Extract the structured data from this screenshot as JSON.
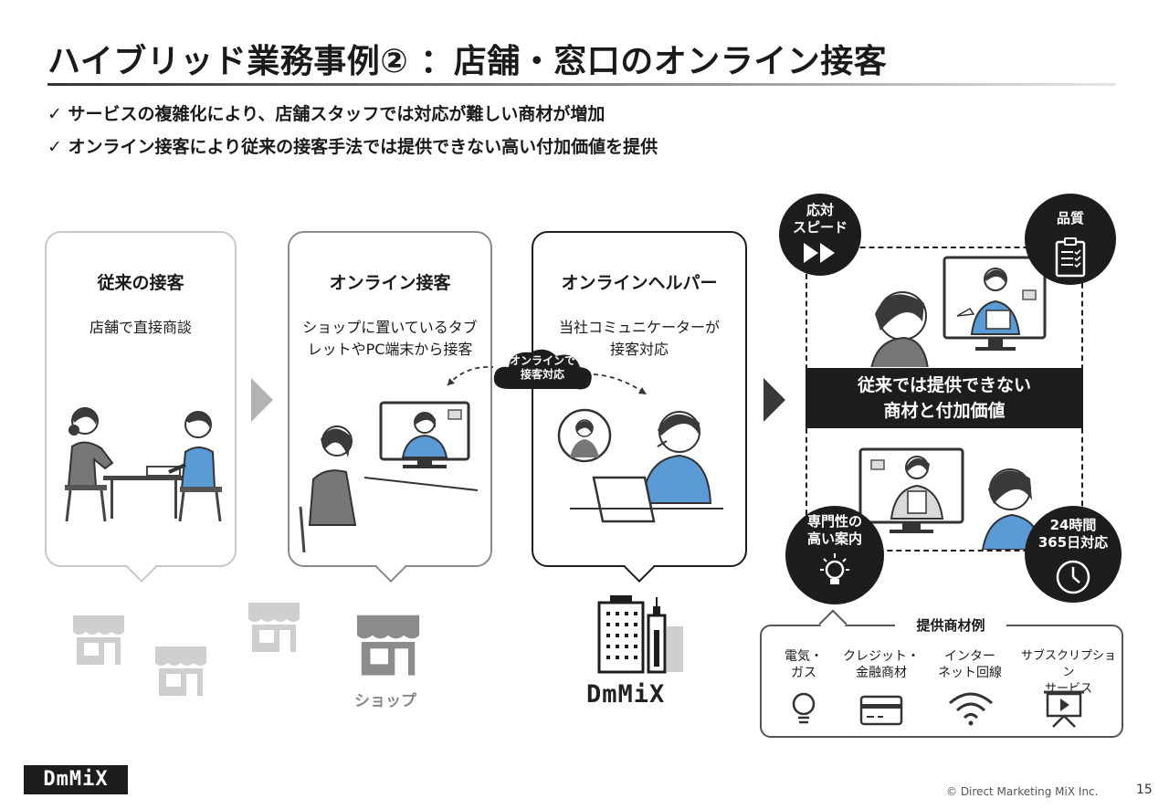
{
  "header": {
    "title": "ハイブリッド業務事例② ：店舗・窓口のオンライン接客",
    "bullets": [
      "✓ サービスの複雑化により、店舗スタッフでは対応が難しい商材が増加",
      "✓ オンライン接客により従来の接客手法では提供できない高い付加価値を提供"
    ]
  },
  "panels": [
    {
      "title": "従来の接客",
      "desc": [
        "店舗で直接商談"
      ]
    },
    {
      "title": "オンライン接客",
      "desc": [
        "ショップに置いているタブ",
        "レットやPC端末から接客"
      ]
    },
    {
      "title": "オンラインヘルパー",
      "desc": [
        "当社コミュニケーターが",
        "接客対応"
      ]
    }
  ],
  "cloud": {
    "lines": [
      "オンラインで",
      "接客対応"
    ]
  },
  "value": {
    "band": [
      "従来では提供できない",
      "商材と付加価値"
    ],
    "circles": {
      "speed": [
        "応対",
        "スピード"
      ],
      "quality": [
        "品質"
      ],
      "expert": [
        "専門性の",
        "高い案内"
      ],
      "hours": [
        "24時間",
        "365日対応"
      ]
    }
  },
  "products": {
    "title": "提供商材例",
    "items": [
      {
        "label": [
          "電気・",
          "ガス"
        ],
        "icon": "lightbulb-icon"
      },
      {
        "label": [
          "クレジット・",
          "金融商材"
        ],
        "icon": "credit-card-icon"
      },
      {
        "label": [
          "インター",
          "ネット回線"
        ],
        "icon": "wifi-icon"
      },
      {
        "label": [
          "サブスクリプション",
          "サービス"
        ],
        "icon": "video-play-icon"
      }
    ]
  },
  "shop_label": "ショップ",
  "brand": "DmMiX",
  "footer": {
    "logo": "DmMiX",
    "copyright": "© Direct Marketing MiX Inc.",
    "page": "15"
  },
  "colors": {
    "dark": "#1d1d1d",
    "blue": "#5b9bd5",
    "grey": "#aaaaaa",
    "light_grey": "#cfcfcf"
  }
}
